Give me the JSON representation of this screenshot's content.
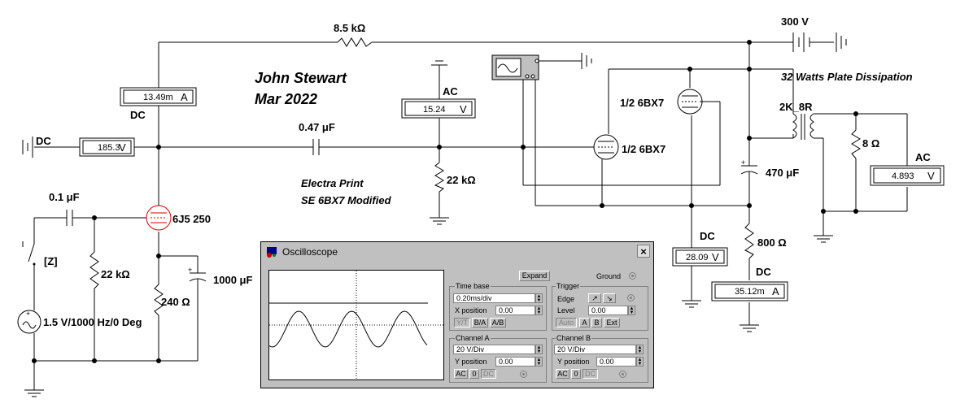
{
  "header": {
    "author": "John Stewart",
    "date": "Mar 2022",
    "design_line1": "Electra Print",
    "design_line2": "SE 6BX7 Modified",
    "plate_note": "32 Watts Plate Dissipation"
  },
  "components": {
    "r_feedback": "8.5 kΩ",
    "supply": "300 V",
    "c_coupling": "0.47 μF",
    "r_grid": "22 kΩ",
    "r_input": "22 kΩ",
    "c_input": "0.1 μF",
    "r_cathode": "240 Ω",
    "c_cathode": "1000 μF",
    "v1_tube": "6J5 250",
    "v2a_tube": "1/2 6BX7",
    "v2b_tube": "1/2 6BX7",
    "transformer": "2K_8R",
    "load": "8 Ω",
    "c_output": "470 μF",
    "r_output_cathode": "800 Ω",
    "source": "1.5 V/1000 Hz/0 Deg",
    "switch_key": "[Z]"
  },
  "meters": {
    "plate_current": {
      "value": "13.49m",
      "unit": "A",
      "mode": "DC"
    },
    "plate_voltage": {
      "value": "185.3",
      "unit": "V",
      "mode": "DC"
    },
    "ac_grid": {
      "value": "15.24",
      "unit": "V",
      "mode": "AC"
    },
    "ac_output": {
      "value": "4.893",
      "unit": "V",
      "mode": "AC"
    },
    "cathode_voltage": {
      "value": "28.09",
      "unit": "V",
      "mode": "DC"
    },
    "output_current": {
      "value": "35.12m",
      "unit": "A",
      "mode": "DC"
    }
  },
  "oscilloscope": {
    "title": "Oscilloscope",
    "close": "×",
    "expand": "Expand",
    "ground": "Ground",
    "timebase": {
      "label": "Time base",
      "value": "0.20ms/div",
      "xpos_label": "X position",
      "xpos_value": "0.00",
      "modes": [
        "Y/T",
        "B/A",
        "A/B"
      ]
    },
    "trigger": {
      "label": "Trigger",
      "edge_label": "Edge",
      "level_label": "Level",
      "level_value": "0.00",
      "buttons": [
        "Auto",
        "A",
        "B",
        "Ext"
      ]
    },
    "channel_a": {
      "label": "Channel A",
      "value": "20  V/Div",
      "ypos_label": "Y position",
      "ypos_value": "0.00",
      "coupling": [
        "AC",
        "0",
        "DC"
      ]
    },
    "channel_b": {
      "label": "Channel B",
      "value": "20  V/Div",
      "ypos_label": "Y position",
      "ypos_value": "0.00",
      "coupling": [
        "AC",
        "0",
        "DC"
      ]
    },
    "trace_color": "#000000"
  }
}
